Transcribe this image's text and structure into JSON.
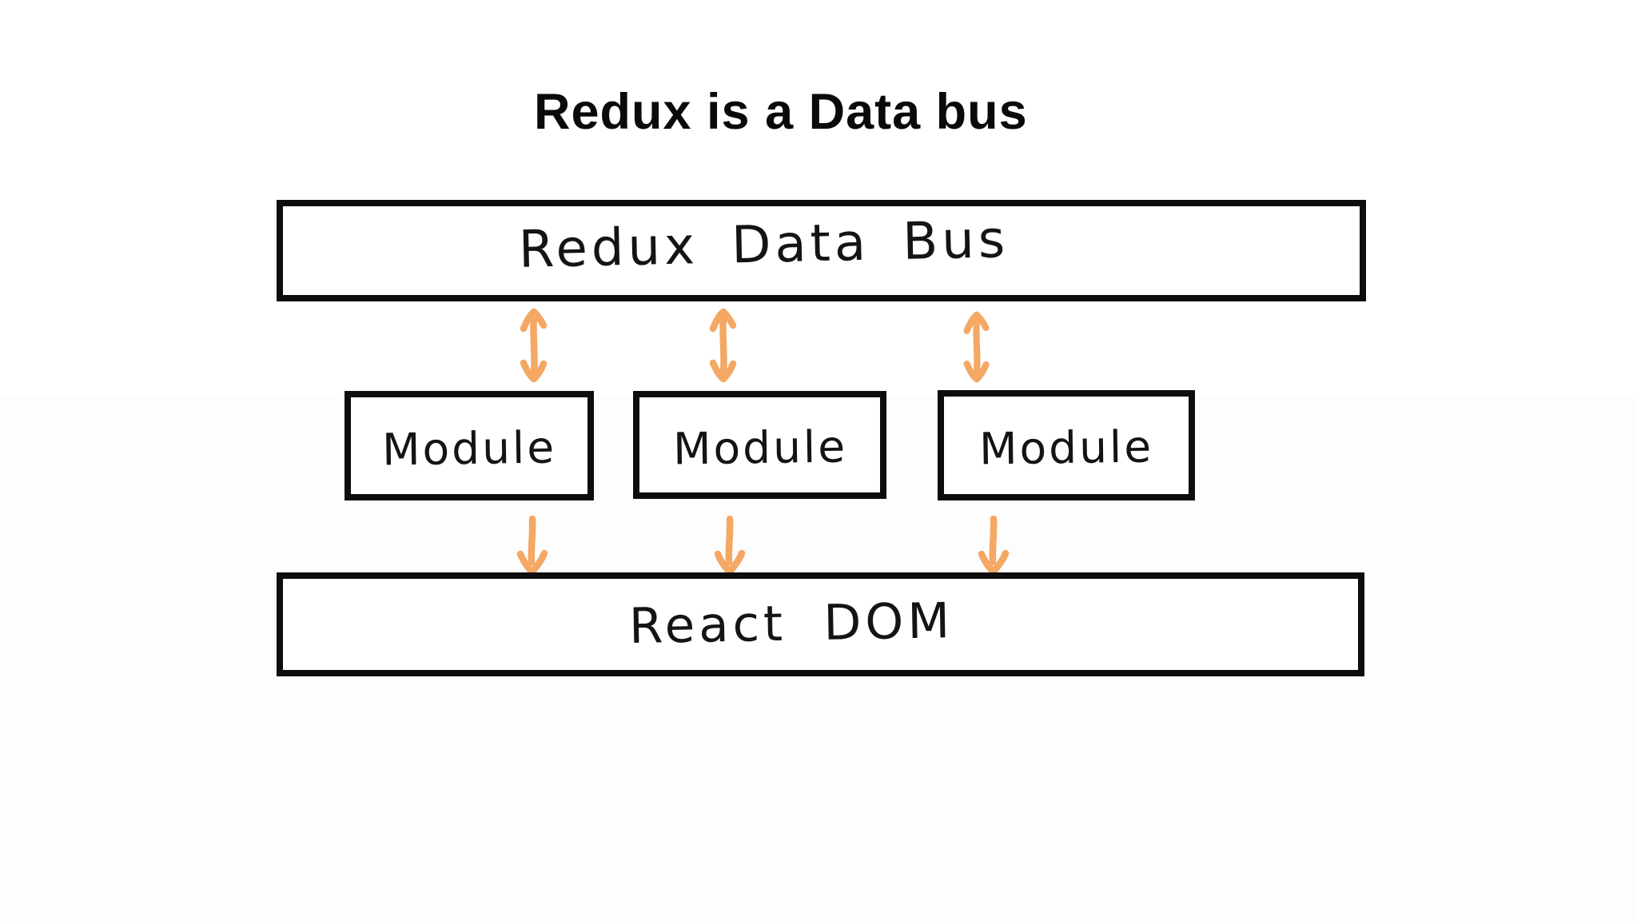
{
  "title": "Redux is a Data bus",
  "diagram": {
    "bus": {
      "label": "Redux Data Bus"
    },
    "modules": [
      {
        "label": "Module"
      },
      {
        "label": "Module"
      },
      {
        "label": "Module"
      }
    ],
    "dom": {
      "label": "React DOM"
    },
    "connections": {
      "bus_to_modules": "bidirectional-arrow",
      "modules_to_dom": "down-arrow"
    },
    "colors": {
      "arrow": "#F4A864",
      "border": "#0D0D0D",
      "background": "#FFFFFF",
      "text": "#141414"
    }
  }
}
